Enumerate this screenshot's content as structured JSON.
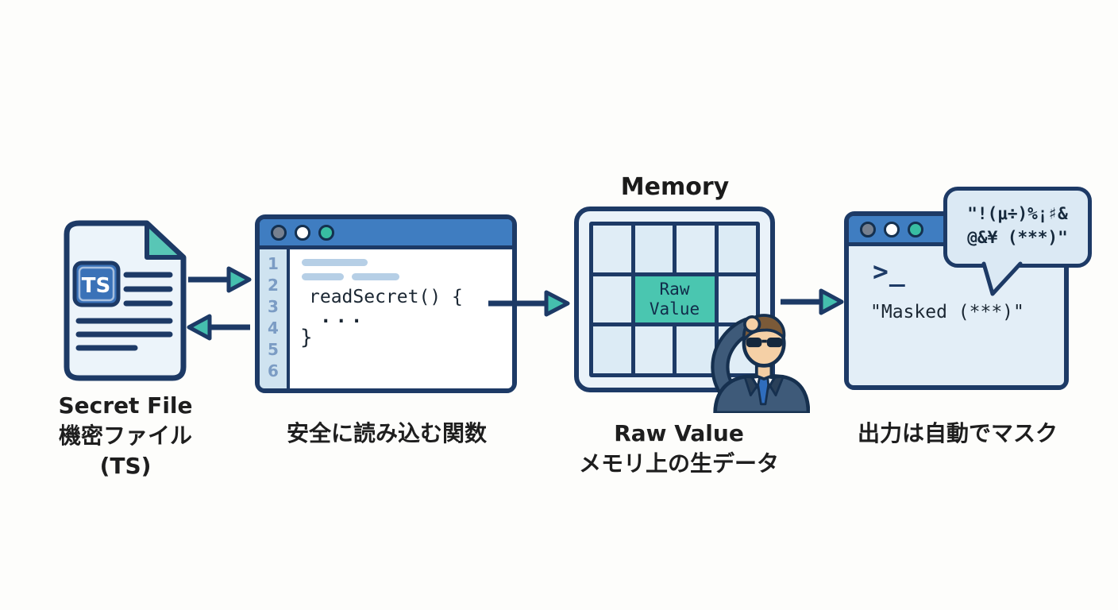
{
  "colors": {
    "outline_navy": "#1d3a66",
    "titlebar_blue": "#3f7dc1",
    "accent_teal": "#4ac6b0",
    "window_body_blue": "#e3eef7",
    "label_black": "#1e1e1e"
  },
  "secret_file": {
    "badge": "TS",
    "caption": [
      "Secret File",
      "機密ファイル",
      "(TS)"
    ]
  },
  "editor": {
    "line_numbers": [
      "1",
      "2",
      "3",
      "4",
      "5",
      "6"
    ],
    "code": [
      "readSecret() {",
      "···",
      "}"
    ],
    "caption": "安全に読み込む関数"
  },
  "memory": {
    "title": "Memory",
    "cell": [
      "Raw",
      "Value"
    ],
    "caption": [
      "Raw Value",
      "メモリ上の生データ"
    ]
  },
  "terminal": {
    "prompt": ">_",
    "output": "\"Masked (***)\"",
    "caption": "出力は自動でマスク"
  },
  "speech_bubble": {
    "lines": [
      "\"!(μ÷)%¡♯&",
      "@&¥ (***)\""
    ]
  }
}
